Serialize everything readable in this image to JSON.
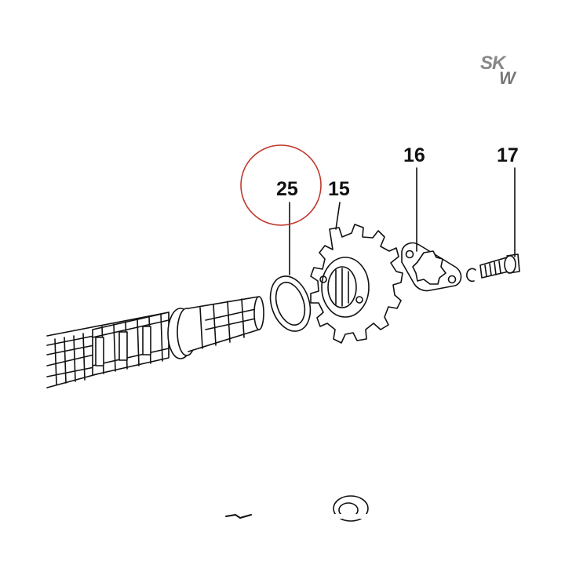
{
  "diagram": {
    "callouts": [
      "25",
      "15",
      "16",
      "17"
    ],
    "highlighted_callout": "25",
    "highlight_color": "#c0392b",
    "line_color": "#111111"
  },
  "logo": {
    "top": "SK",
    "bottom": "W"
  }
}
